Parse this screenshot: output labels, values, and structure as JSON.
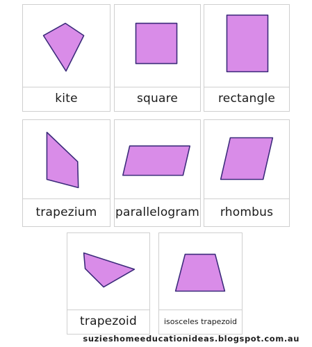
{
  "colors": {
    "shape_fill": "#d98ce8",
    "shape_stroke": "#3b2a7a",
    "card_border": "#cfcfcf"
  },
  "cards": [
    {
      "label": "kite",
      "shape": "kite"
    },
    {
      "label": "square",
      "shape": "square"
    },
    {
      "label": "rectangle",
      "shape": "rectangle"
    },
    {
      "label": "trapezium",
      "shape": "trapezium"
    },
    {
      "label": "parallelogram",
      "shape": "parallelogram"
    },
    {
      "label": "rhombus",
      "shape": "rhombus"
    },
    {
      "label": "trapezoid",
      "shape": "trapezoid"
    },
    {
      "label": "isosceles trapezoid",
      "shape": "isosceles-trapezoid"
    }
  ],
  "footer": {
    "text": "suzieshomeeducationideas.blogspot.com.au"
  }
}
